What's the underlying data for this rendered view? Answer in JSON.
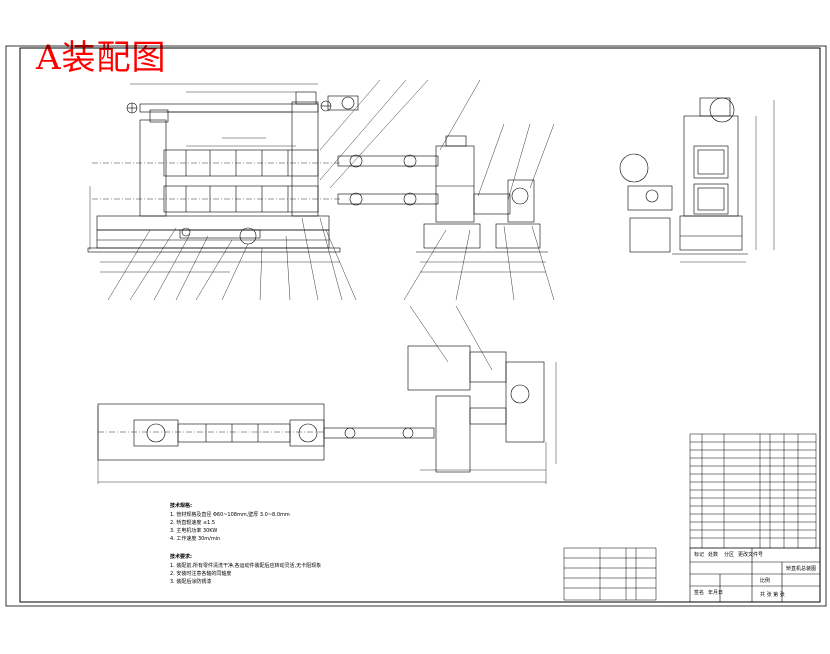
{
  "title": "A装配图",
  "notes": {
    "tech_params_heading": "技术规格:",
    "tech_params": [
      "1. 管材规格及直径 Φ60~108mm,壁厚 3.0~8.0mm",
      "2. 矫直辊速度 ≤1.5",
      "3. 主电机功率 30KW",
      "4. 工作速度 30m/min"
    ],
    "tech_req_heading": "技术要求:",
    "tech_req": [
      "1. 装配前,所有零件清洗干净,各运动件装配后应转动灵活,无卡阻现象",
      "2. 安装时注意各轴的同轴度",
      "3. 装配后涂防锈漆"
    ]
  },
  "title_block": {
    "drawing_name": "矫直机总装图",
    "row_labels": [
      "标记",
      "处数",
      "分区",
      "更改文件号",
      "签名",
      "年月日"
    ],
    "scale_label": "比例",
    "sheet_label": "共 张 第 张"
  }
}
